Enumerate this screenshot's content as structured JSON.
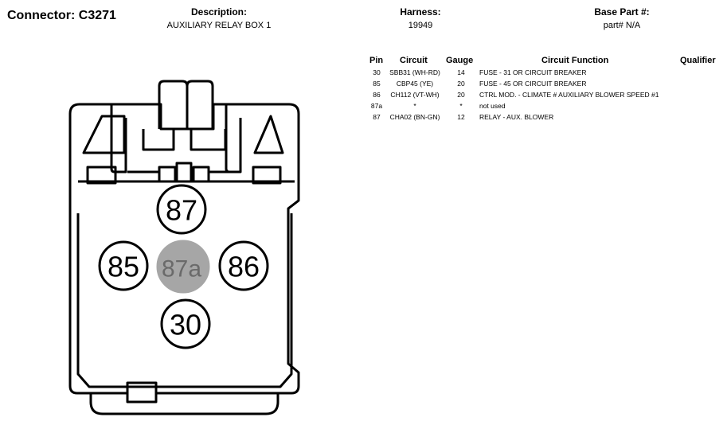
{
  "connector": {
    "label": "Connector:",
    "id": "C3271"
  },
  "description": {
    "label": "Description:",
    "value": "AUXILIARY RELAY BOX 1"
  },
  "harness": {
    "label": "Harness:",
    "value": "19949"
  },
  "base_part": {
    "label": "Base Part #:",
    "value": "part# N/A"
  },
  "table": {
    "headers": {
      "pin": "Pin",
      "circuit": "Circuit",
      "gauge": "Gauge",
      "function": "Circuit Function",
      "qualifier": "Qualifier"
    },
    "rows": [
      {
        "pin": "30",
        "circuit": "SBB31 (WH-RD)",
        "gauge": "14",
        "function": "FUSE - 31 OR CIRCUIT BREAKER",
        "qualifier": ""
      },
      {
        "pin": "85",
        "circuit": "CBP45 (YE)",
        "gauge": "20",
        "function": "FUSE - 45 OR CIRCUIT BREAKER",
        "qualifier": ""
      },
      {
        "pin": "86",
        "circuit": "CH112 (VT-WH)",
        "gauge": "20",
        "function": "CTRL MOD. - CLIMATE # AUXILIARY BLOWER SPEED #1",
        "qualifier": ""
      },
      {
        "pin": "87a",
        "circuit": "*",
        "gauge": "*",
        "function": "not used",
        "qualifier": ""
      },
      {
        "pin": "87",
        "circuit": "CHA02 (BN-GN)",
        "gauge": "12",
        "function": "RELAY - AUX. BLOWER",
        "qualifier": ""
      }
    ]
  },
  "cavities": [
    {
      "label": "87",
      "state": "used"
    },
    {
      "label": "85",
      "state": "used"
    },
    {
      "label": "87a",
      "state": "unused"
    },
    {
      "label": "86",
      "state": "used"
    },
    {
      "label": "30",
      "state": "used"
    }
  ],
  "colors": {
    "outline": "#000000",
    "unused_cavity_fill": "#a6a6a6",
    "unused_cavity_text": "#6a6a6a"
  }
}
